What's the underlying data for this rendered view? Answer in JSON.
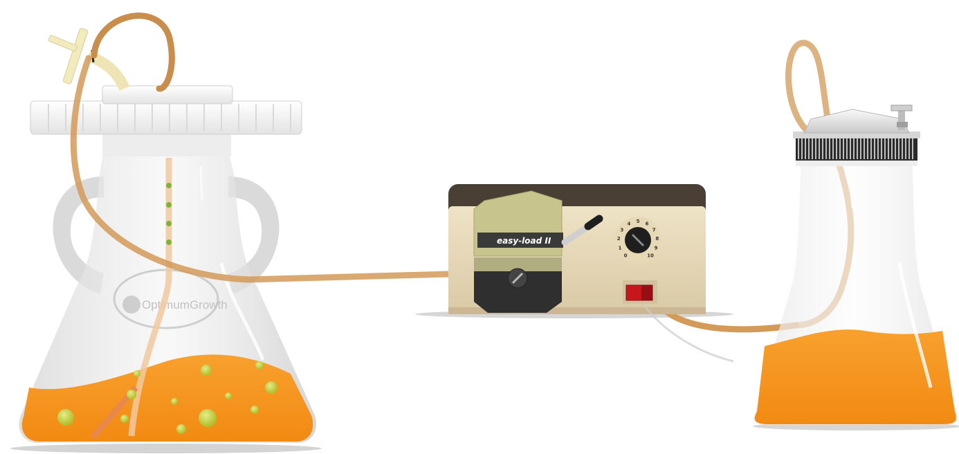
{
  "pump": {
    "head_label": "easy-load II",
    "speed_dial": {
      "ticks": [
        "0",
        "1",
        "2",
        "3",
        "4",
        "5",
        "6",
        "7",
        "8",
        "9",
        "10"
      ]
    },
    "power_switch_color": "#c8161d"
  },
  "left_flask": {
    "logo_text": "OptimumGrowth",
    "liquid_color": "#f7941d",
    "bubble_color": "#c9d33a"
  },
  "right_flask": {
    "liquid_color": "#f7941d"
  },
  "tubing_color": "#d39a58",
  "colors": {
    "pump_body": "#e9dcc0",
    "pump_top": "#4a3f35",
    "pump_head": "#c7c48e",
    "rotor": "#333333"
  }
}
